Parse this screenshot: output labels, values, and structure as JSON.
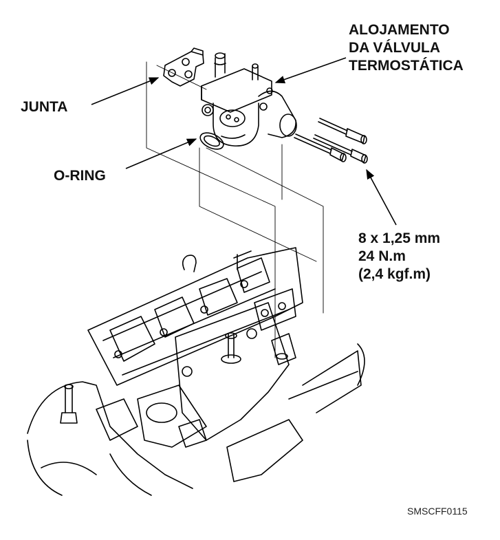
{
  "labels": {
    "housing": [
      "ALOJAMENTO",
      "DA VÁLVULA",
      "TERMOSTÁTICA"
    ],
    "gasket": "JUNTA",
    "oring": "O-RING",
    "bolt_spec": [
      "8 x 1,25 mm",
      "24 N.m",
      "(2,4 kgf.m)"
    ]
  },
  "figure_code": "SMSCFF0115"
}
